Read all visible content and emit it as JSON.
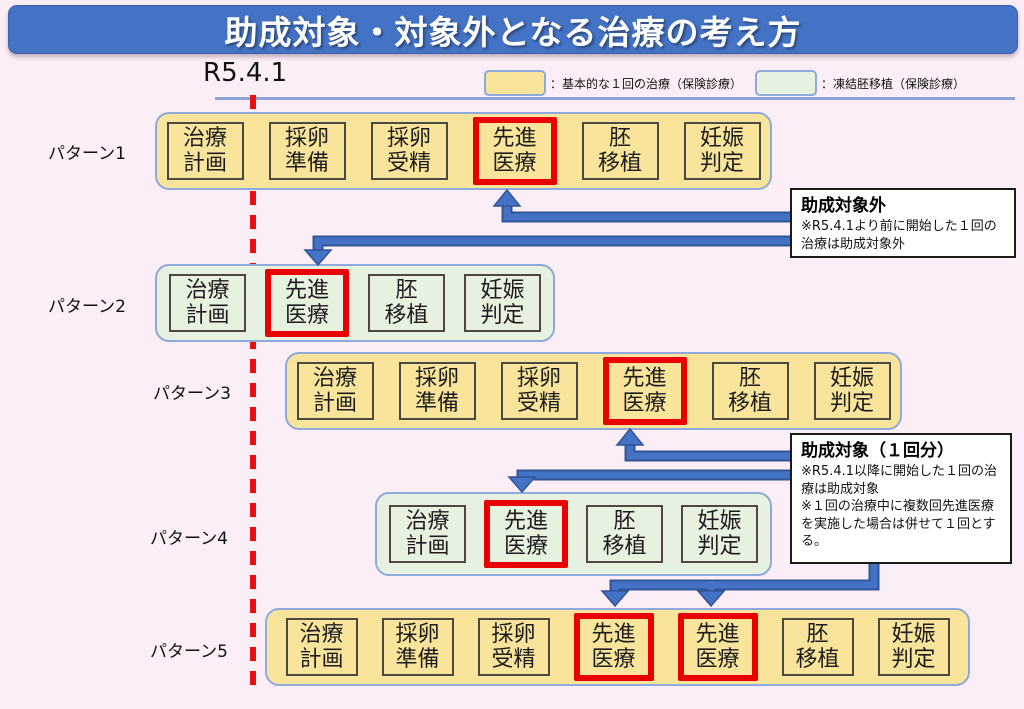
{
  "title": "助成対象・対象外となる治療の考え方",
  "timeline": {
    "date_label": "R5.4.1"
  },
  "legend": [
    {
      "label": "：基本的な１回の治療（保険診療）",
      "swatch_color": "#F9E49C"
    },
    {
      "label": "：凍結胚移植（保険診療）",
      "swatch_color": "#E6F1DF"
    }
  ],
  "colors": {
    "title_bar": "#4472C4",
    "basic_fill": "#F9E49C",
    "frozen_fill": "#E6F1DF",
    "container_border": "#8EA9DB",
    "highlight_border": "#E90000",
    "arrow": "#4472C4",
    "dashed_date_line": "#E91212",
    "background": "#FCEEF6"
  },
  "patterns": [
    {
      "label": "パターン1",
      "type": "basic",
      "boxes": [
        {
          "text": "治療\n計画",
          "highlight": false
        },
        {
          "text": "採卵\n準備",
          "highlight": false
        },
        {
          "text": "採卵\n受精",
          "highlight": false
        },
        {
          "text": "先進\n医療",
          "highlight": true
        },
        {
          "text": "胚\n移植",
          "highlight": false
        },
        {
          "text": "妊娠\n判定",
          "highlight": false
        }
      ]
    },
    {
      "label": "パターン2",
      "type": "frozen",
      "boxes": [
        {
          "text": "治療\n計画",
          "highlight": false
        },
        {
          "text": "先進\n医療",
          "highlight": true
        },
        {
          "text": "胚\n移植",
          "highlight": false
        },
        {
          "text": "妊娠\n判定",
          "highlight": false
        }
      ]
    },
    {
      "label": "パターン3",
      "type": "basic",
      "boxes": [
        {
          "text": "治療\n計画",
          "highlight": false
        },
        {
          "text": "採卵\n準備",
          "highlight": false
        },
        {
          "text": "採卵\n受精",
          "highlight": false
        },
        {
          "text": "先進\n医療",
          "highlight": true
        },
        {
          "text": "胚\n移植",
          "highlight": false
        },
        {
          "text": "妊娠\n判定",
          "highlight": false
        }
      ]
    },
    {
      "label": "パターン4",
      "type": "frozen",
      "boxes": [
        {
          "text": "治療\n計画",
          "highlight": false
        },
        {
          "text": "先進\n医療",
          "highlight": true
        },
        {
          "text": "胚\n移植",
          "highlight": false
        },
        {
          "text": "妊娠\n判定",
          "highlight": false
        }
      ]
    },
    {
      "label": "パターン5",
      "type": "basic",
      "boxes": [
        {
          "text": "治療\n計画",
          "highlight": false
        },
        {
          "text": "採卵\n準備",
          "highlight": false
        },
        {
          "text": "採卵\n受精",
          "highlight": false
        },
        {
          "text": "先進\n医療",
          "highlight": true
        },
        {
          "text": "先進\n医療",
          "highlight": true
        },
        {
          "text": "胚\n移植",
          "highlight": false
        },
        {
          "text": "妊娠\n判定",
          "highlight": false
        }
      ]
    }
  ],
  "callouts": [
    {
      "title": "助成対象外",
      "body": "※R5.4.1より前に開始した１回の治療は助成対象外"
    },
    {
      "title": "助成対象（１回分）",
      "body": "※R5.4.1以降に開始した１回の治療は助成対象\n※１回の治療中に複数回先進医療を実施した場合は併せて１回とする。"
    }
  ]
}
